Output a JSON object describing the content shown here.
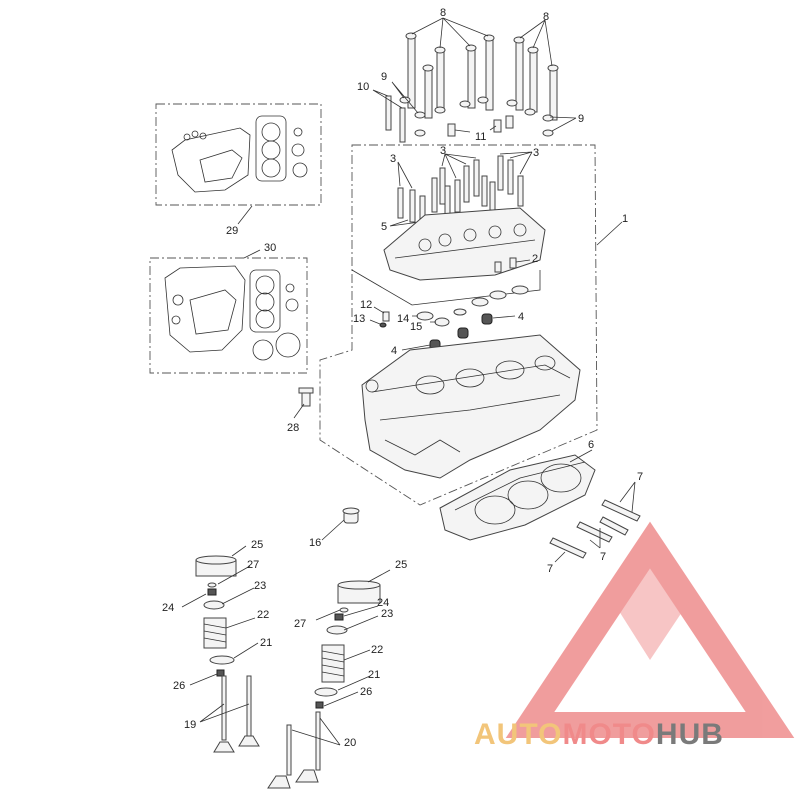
{
  "callouts": {
    "c1": "1",
    "c2": "2",
    "c3a": "3",
    "c3b": "3",
    "c3c": "3",
    "c4a": "4",
    "c4b": "4",
    "c5": "5",
    "c6": "6",
    "c7a": "7",
    "c7b": "7",
    "c7c": "7",
    "c8a": "8",
    "c8b": "8",
    "c9a": "9",
    "c9b": "9",
    "c10": "10",
    "c11": "11",
    "c12": "12",
    "c13": "13",
    "c14": "14",
    "c15": "15",
    "c16": "16",
    "c19": "19",
    "c20": "20",
    "c21a": "21",
    "c21b": "21",
    "c22a": "22",
    "c22b": "22",
    "c23a": "23",
    "c23b": "23",
    "c24a": "24",
    "c24b": "24",
    "c25a": "25",
    "c25b": "25",
    "c26a": "26",
    "c26b": "26",
    "c27a": "27",
    "c27b": "27",
    "c28": "28",
    "c29": "29",
    "c30": "30"
  },
  "watermark": {
    "part1": "AUTO",
    "part2": "MOTO",
    "part3": "HUB",
    "color1": "#f2c57a",
    "color2": "#f08a8a",
    "color3": "#7a7a7a",
    "logo_color": "#ee8d8d"
  }
}
